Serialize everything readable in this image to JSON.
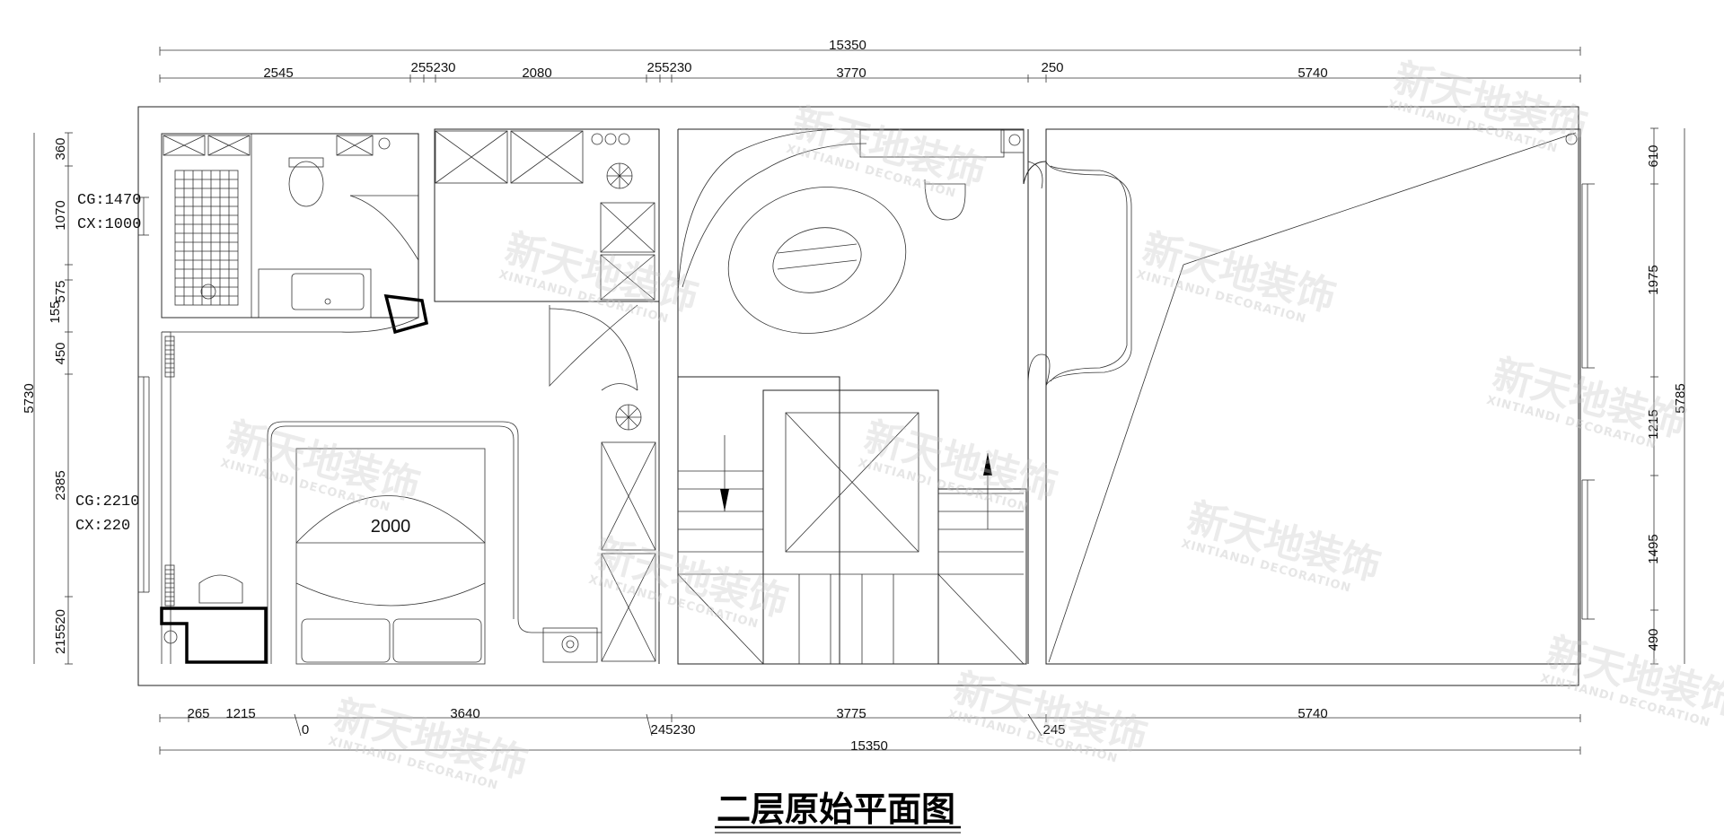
{
  "title": "二层原始平面图",
  "dimensions": {
    "top_total": "15350",
    "top_segments": [
      "2545",
      "255",
      "230",
      "2080",
      "255",
      "230",
      "3770",
      "250",
      "5740"
    ],
    "bottom_segments": [
      "265",
      "1215",
      "0",
      "3640",
      "245",
      "230",
      "3775",
      "245",
      "5740"
    ],
    "bottom_total": "15350",
    "left_total": "5730",
    "left_segments": [
      "360",
      "1070",
      "155",
      "575",
      "450",
      "2385",
      "215520"
    ],
    "right_total": "5785",
    "right_segments": [
      "610",
      "1975",
      "1215",
      "1495",
      "490"
    ]
  },
  "annotations": {
    "cg1": "CG:1470",
    "cx1": "CX:1000",
    "cg2": "CG:2210",
    "cx2": "CX:220",
    "bed_width": "2000"
  },
  "watermark": {
    "logo_text": "新天地装饰",
    "sub_text": "XINTIANDI DECORATION"
  },
  "colors": {
    "line": "#222222",
    "heavy": "#000000",
    "watermark": "#c8c8c8"
  }
}
